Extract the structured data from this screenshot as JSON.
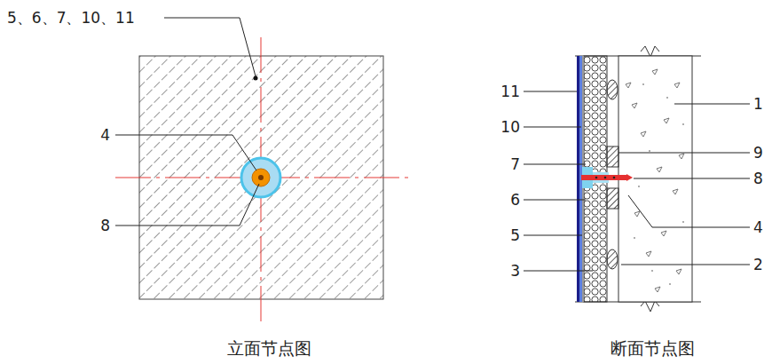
{
  "diagram": {
    "labels": [
      "5、6、7、10、11",
      "4",
      "8",
      "11",
      "10",
      "7",
      "6",
      "5",
      "3",
      "1",
      "9",
      "8",
      "4",
      "2",
      "立面节点图",
      "断面节点图"
    ]
  }
}
